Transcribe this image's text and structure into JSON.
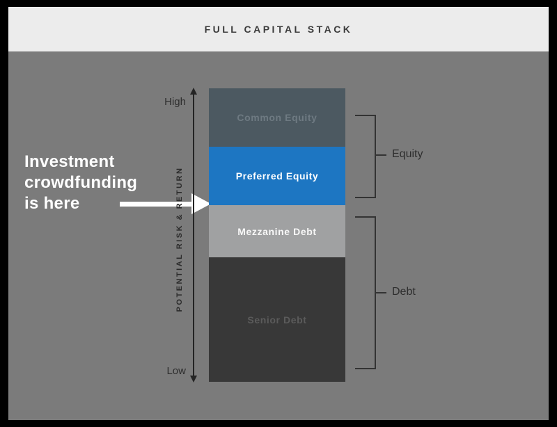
{
  "header": {
    "title": "FULL CAPITAL STACK"
  },
  "axis": {
    "title": "POTENTIAL RISK & RETURN",
    "high_label": "High",
    "low_label": "Low"
  },
  "annotation": {
    "lines": [
      "Investment",
      "crowdfunding",
      "is here"
    ],
    "arrow": "white-right-arrow",
    "points_to": "boundary between Preferred Equity and Mezzanine Debt"
  },
  "stack": {
    "segments": [
      {
        "label": "Common Equity",
        "color": "#4c5961",
        "text_color": "#6e7a82",
        "group": "Equity"
      },
      {
        "label": "Preferred Equity",
        "color": "#1d76c2",
        "text_color": "#ffffff",
        "group": "Equity"
      },
      {
        "label": "Mezzanine Debt",
        "color": "#a0a1a2",
        "text_color": "#f7f7f7",
        "group": "Debt"
      },
      {
        "label": "Senior Debt",
        "color": "#383838",
        "text_color": "#5b5b5b",
        "group": "Debt"
      }
    ]
  },
  "brackets": [
    {
      "label": "Equity"
    },
    {
      "label": "Debt"
    }
  ],
  "colors": {
    "frame_border": "#000000",
    "header_background": "#ececec",
    "header_text": "#3b3b3b",
    "canvas_background": "#7b7b7b",
    "accent_blue": "#1d76c2",
    "axis_and_brackets": "#2b2b2b",
    "annotation_text": "#ffffff"
  }
}
